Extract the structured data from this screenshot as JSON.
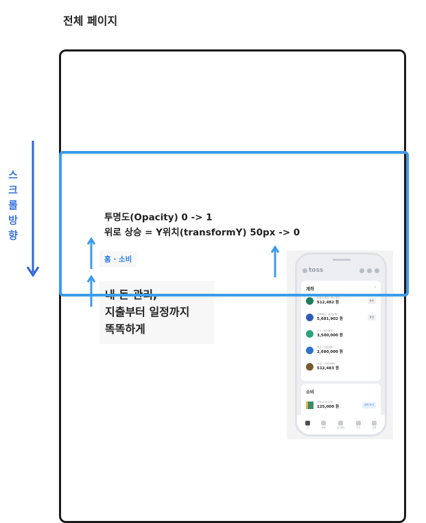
{
  "page_title": "전체 페이지",
  "scroll_direction_label": [
    "스",
    "크",
    "롤",
    "방",
    "향"
  ],
  "animation": {
    "opacity_line": "투명도(Opacity) 0 -> 1",
    "transform_line": "위로 상승 = Y위치(transformY) 50px -> 0"
  },
  "section_label": "홈 · 소비",
  "headline": [
    "내 돈 관리,",
    "지출부터 일정까지",
    "똑똑하게"
  ],
  "phone": {
    "logo": "toss",
    "accounts_title": "계좌",
    "accounts_chevron": "›",
    "accounts": [
      {
        "name": "입출금 통장 · 토스뱅크",
        "amount": "512,482 원",
        "button": "송금",
        "color": "#1a7f5a"
      },
      {
        "name": "저축예금 · 국민은행",
        "amount": "5,681,902 원",
        "button": "송금",
        "color": "#2d5bb8"
      },
      {
        "name": "주식 · 토스증권",
        "amount": "3,500,000 원",
        "button": "",
        "color": "#2aa57a"
      },
      {
        "name": "적금 · 신한은행",
        "amount": "2,680,000 원",
        "button": "",
        "color": "#2e73c9"
      },
      {
        "name": "내 돈 · 카카오뱅크",
        "amount": "512,483 원",
        "button": "",
        "color": "#7a5a2a"
      }
    ],
    "spend_title": "소비",
    "spend": {
      "name": "이번 달 쓴 금액",
      "amount": "125,000 원",
      "button": "내역 보기"
    },
    "tabs": [
      "홈",
      "혜택",
      "토스페이",
      "주식",
      "전체"
    ]
  }
}
